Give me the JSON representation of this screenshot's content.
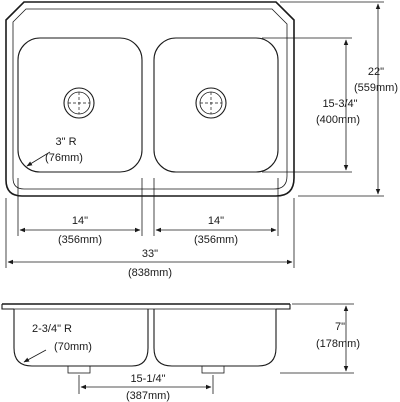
{
  "top_view": {
    "width_imperial": "33\"",
    "width_metric": "(838mm)",
    "depth_imperial": "22\"",
    "depth_metric": "(559mm)",
    "bowl_depth_imperial": "15-3/4\"",
    "bowl_depth_metric": "(400mm)",
    "left_bowl_width_imperial": "14\"",
    "left_bowl_width_metric": "(356mm)",
    "right_bowl_width_imperial": "14\"",
    "right_bowl_width_metric": "(356mm)",
    "corner_radius_imperial": "3\" R",
    "corner_radius_metric": "(76mm)"
  },
  "side_view": {
    "height_imperial": "7\"",
    "height_metric": "(178mm)",
    "bottom_radius_imperial": "2-3/4\" R",
    "bottom_radius_metric": "(70mm)",
    "drain_spacing_imperial": "15-1/4\"",
    "drain_spacing_metric": "(387mm)"
  }
}
